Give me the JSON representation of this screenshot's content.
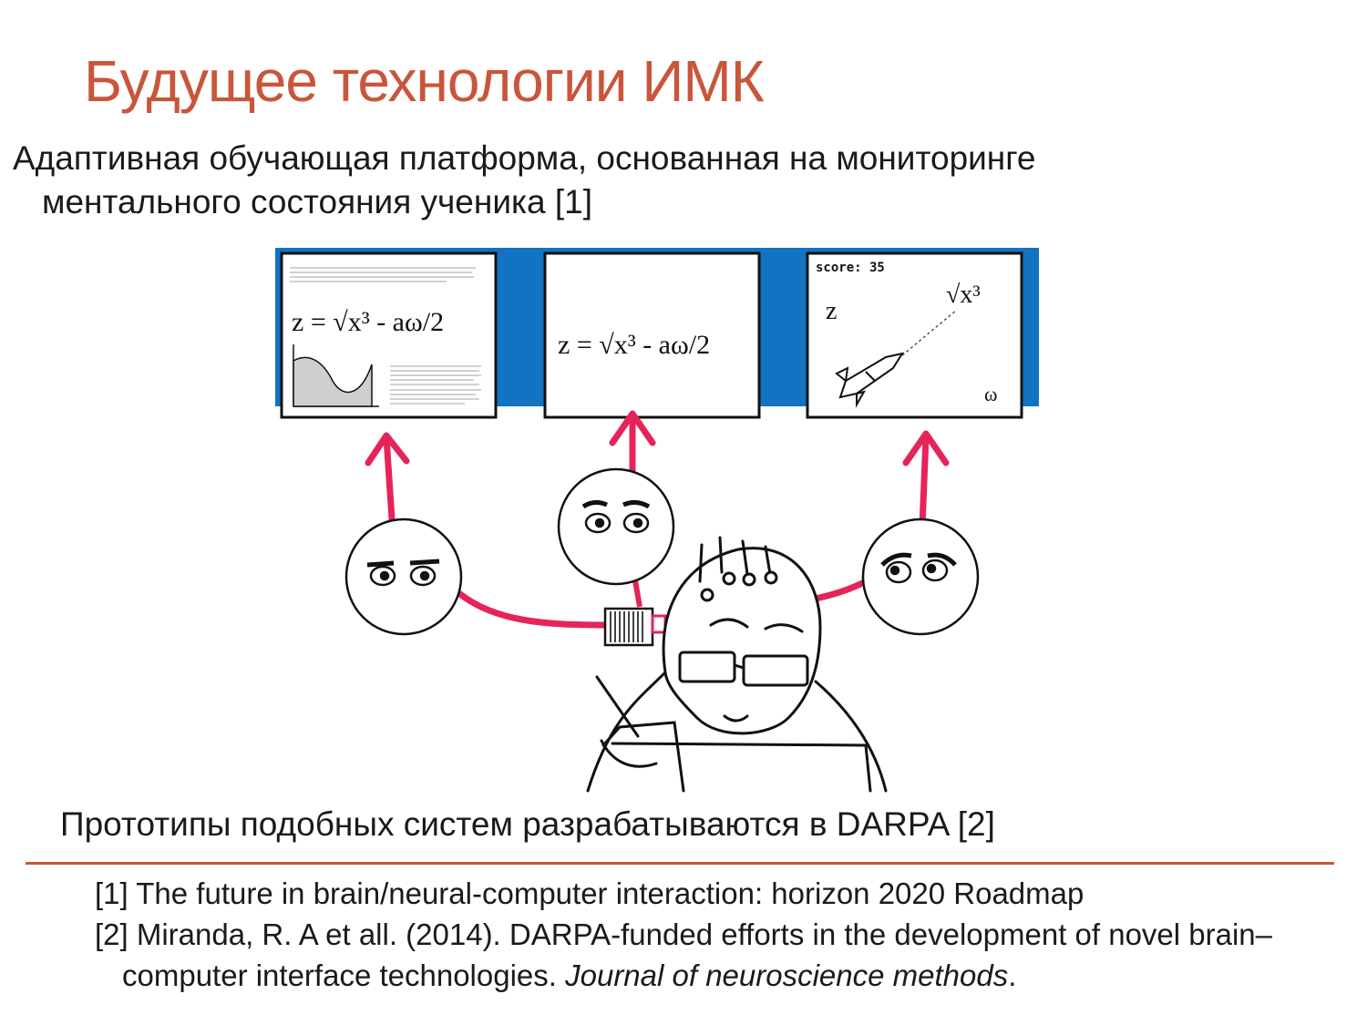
{
  "slide": {
    "title": "Будущее технологии ИМК",
    "subtitle_line1": "Адаптивная обучающая платформа, основанная на мониторинге",
    "subtitle_line2": "ментального состояния ученика [1]",
    "prototype_text": "Прототипы подобных систем разрабатываются в DARPA [2]"
  },
  "figure": {
    "screen1_formula": "z = √x³ - aω/2",
    "screen2_formula": "z = √x³ - aω/2",
    "screen3_score": "score: 35",
    "screen3_z": "z",
    "screen3_target": "√x³",
    "screen3_omega": "ω"
  },
  "references": {
    "ref1": "[1] The future in brain/neural-computer interaction: horizon 2020 Roadmap",
    "ref2_plain": "[2] Miranda, R. A et all. (2014). DARPA-funded efforts in the development of novel brain–computer interface technologies. ",
    "ref2_italic": "Journal of neuroscience methods",
    "ref2_end": "."
  },
  "colors": {
    "accent": "#c9553a",
    "screen_band": "#1273c3",
    "arrow": "#e5245a"
  }
}
